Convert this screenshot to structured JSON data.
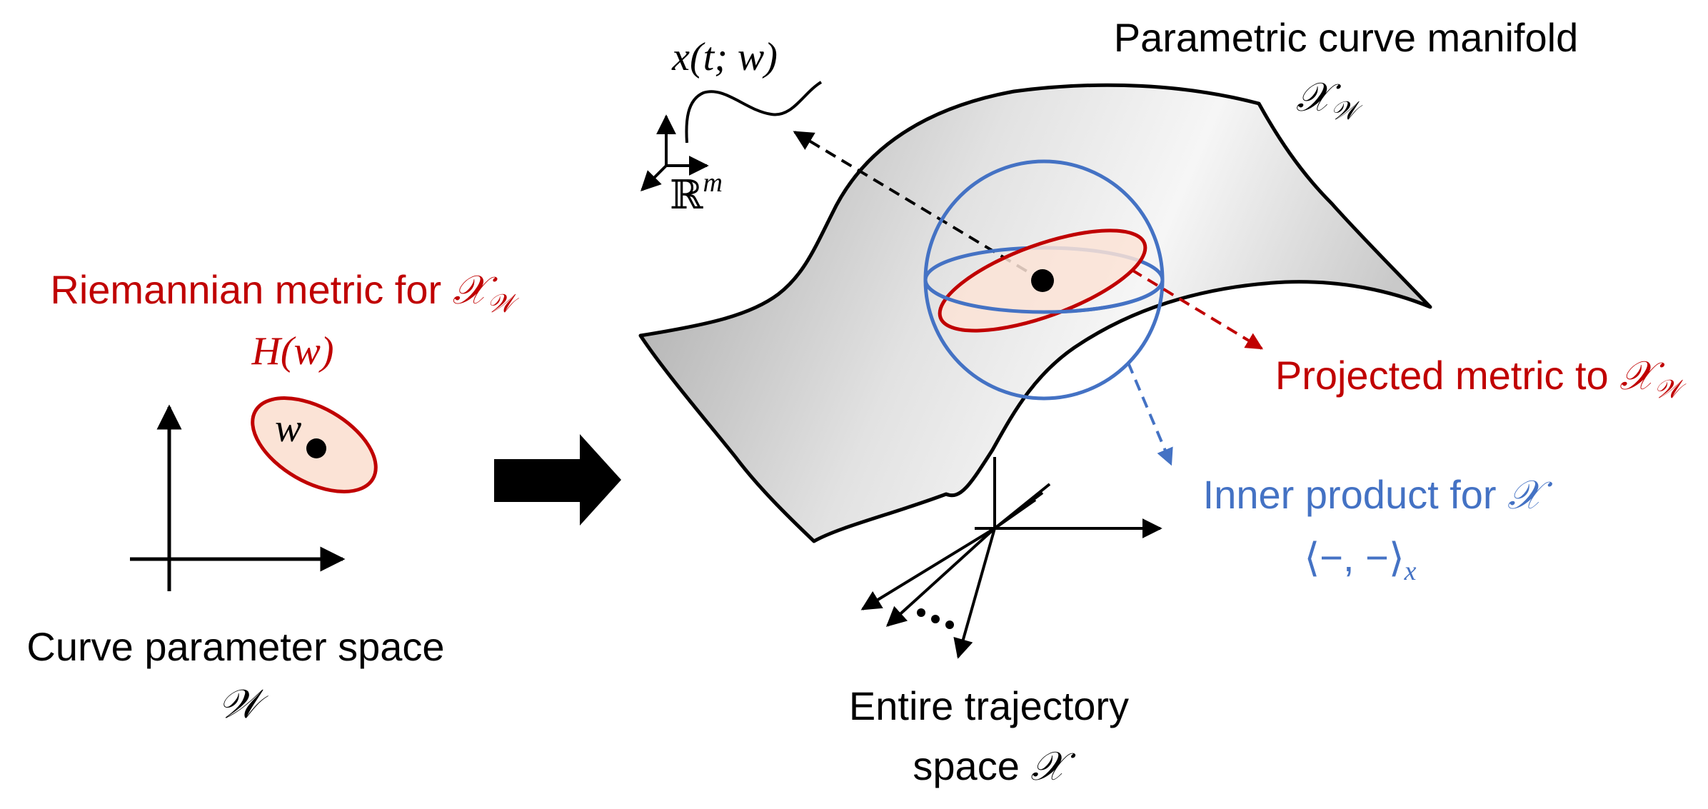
{
  "colors": {
    "red": "#c00000",
    "blue": "#4472c4",
    "black": "#000000",
    "ellipse_fill": "#fbe3d6"
  },
  "left_panel": {
    "metric_title": "Riemannian metric for",
    "metric_symbol": "𝒳",
    "metric_subscript": "𝒲",
    "metric_value": "H(w)",
    "point_label": "w",
    "space_label": "Curve parameter space",
    "space_symbol": "𝒲"
  },
  "right_panel": {
    "curve_label": "x(t; w)",
    "axes_label": "ℝ",
    "axes_superscript": "m",
    "manifold_label": "Parametric curve manifold",
    "manifold_symbol": "𝒳",
    "manifold_subscript": "𝒲",
    "projected_label": "Projected metric to",
    "projected_symbol": "𝒳",
    "projected_subscript": "𝒲",
    "inner_label": "Inner product for",
    "inner_symbol": "𝒳",
    "inner_formula": "⟨−, −⟩",
    "inner_subscript": "x",
    "trajectory_line1": "Entire trajectory",
    "trajectory_line2": "space",
    "trajectory_symbol": "𝒳"
  },
  "icons": {
    "transition_arrow": "block-right-arrow-icon",
    "axes": "coordinate-axes-icon"
  }
}
